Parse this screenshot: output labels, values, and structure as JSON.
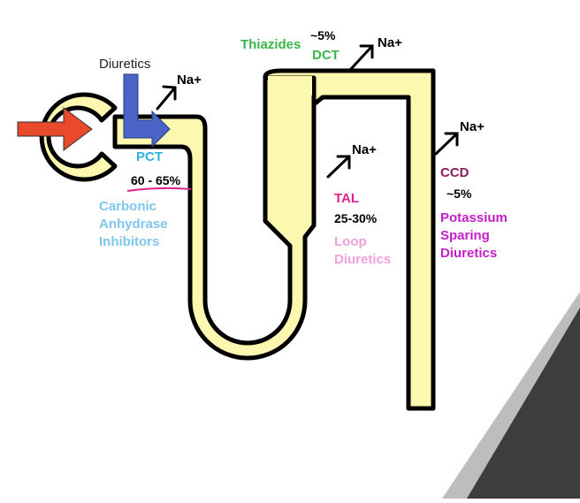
{
  "labels": {
    "diuretics": "Diuretics",
    "na": "Na+",
    "pct": "PCT",
    "pct_percent": "60 - 65%",
    "cai_line1": "Carbonic",
    "cai_line2": "Anhydrase",
    "cai_line3": "Inhibitors",
    "thiazides": "Thiazides",
    "dct_percent": "~5%",
    "dct": "DCT",
    "tal": "TAL",
    "tal_percent": "25-30%",
    "loop_line1": "Loop",
    "loop_line2": "Diuretics",
    "ccd": "CCD",
    "ccd_percent": "~5%",
    "ps_line1": "Potassium",
    "ps_line2": "Sparing",
    "ps_line3": "Diuretics"
  },
  "colors": {
    "tubule_fill": "#FDF8B0",
    "outline": "#000000",
    "arrow_red": "#E84A2A",
    "arrow_blue": "#4A64C8",
    "pct": "#2BB3E0",
    "cai": "#7FC6EE",
    "thiazides": "#3AB54A",
    "tal": "#E0218A",
    "loop": "#F29ED8",
    "ccd": "#8B1A5A",
    "potassium_sparing": "#C21FC8",
    "underline": "#E0218A",
    "corner_dark": "#3D3D3D",
    "corner_light": "#BDBDBD"
  }
}
